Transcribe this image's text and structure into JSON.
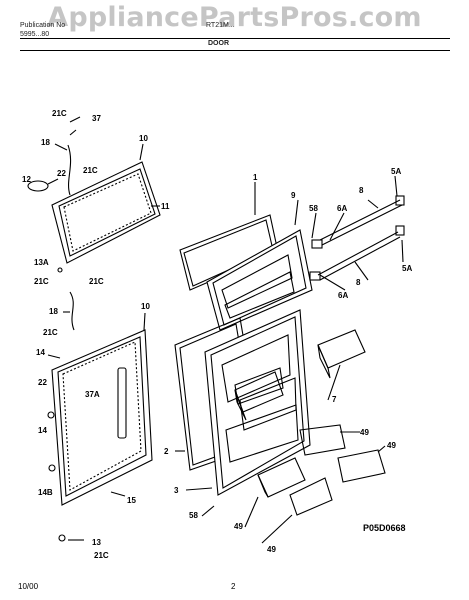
{
  "header": {
    "publication": "Publication No",
    "pub_number": "5995...80",
    "model": "RT21M...",
    "section": "DOOR"
  },
  "watermark": "AppliancePartsPros.com",
  "diagram_code": "P05D0668",
  "footer": {
    "date": "10/00",
    "page": "2"
  },
  "labels": [
    {
      "id": "21c-a",
      "text": "21C"
    },
    {
      "id": "37",
      "text": "37"
    },
    {
      "id": "18-a",
      "text": "18"
    },
    {
      "id": "10-a",
      "text": "10"
    },
    {
      "id": "21c-b",
      "text": "21C"
    },
    {
      "id": "22-a",
      "text": "22"
    },
    {
      "id": "12",
      "text": "12"
    },
    {
      "id": "11",
      "text": "11"
    },
    {
      "id": "13a",
      "text": "13A"
    },
    {
      "id": "21c-c",
      "text": "21C"
    },
    {
      "id": "21c-d",
      "text": "21C"
    },
    {
      "id": "18-b",
      "text": "18"
    },
    {
      "id": "10-b",
      "text": "10"
    },
    {
      "id": "21c-e",
      "text": "21C"
    },
    {
      "id": "14-a",
      "text": "14"
    },
    {
      "id": "22-b",
      "text": "22"
    },
    {
      "id": "37a",
      "text": "37A"
    },
    {
      "id": "14-b",
      "text": "14"
    },
    {
      "id": "14b",
      "text": "14B"
    },
    {
      "id": "15",
      "text": "15"
    },
    {
      "id": "13",
      "text": "13"
    },
    {
      "id": "21c-f",
      "text": "21C"
    },
    {
      "id": "1",
      "text": "1"
    },
    {
      "id": "9",
      "text": "9"
    },
    {
      "id": "58-a",
      "text": "58"
    },
    {
      "id": "6a-a",
      "text": "6A"
    },
    {
      "id": "8-a",
      "text": "8"
    },
    {
      "id": "5a-a",
      "text": "5A"
    },
    {
      "id": "5a-b",
      "text": "5A"
    },
    {
      "id": "8-b",
      "text": "8"
    },
    {
      "id": "6a-b",
      "text": "6A"
    },
    {
      "id": "7",
      "text": "7"
    },
    {
      "id": "2",
      "text": "2"
    },
    {
      "id": "3",
      "text": "3"
    },
    {
      "id": "58-b",
      "text": "58"
    },
    {
      "id": "49-a",
      "text": "49"
    },
    {
      "id": "49-b",
      "text": "49"
    },
    {
      "id": "49-c",
      "text": "49"
    },
    {
      "id": "49-d",
      "text": "49"
    }
  ]
}
